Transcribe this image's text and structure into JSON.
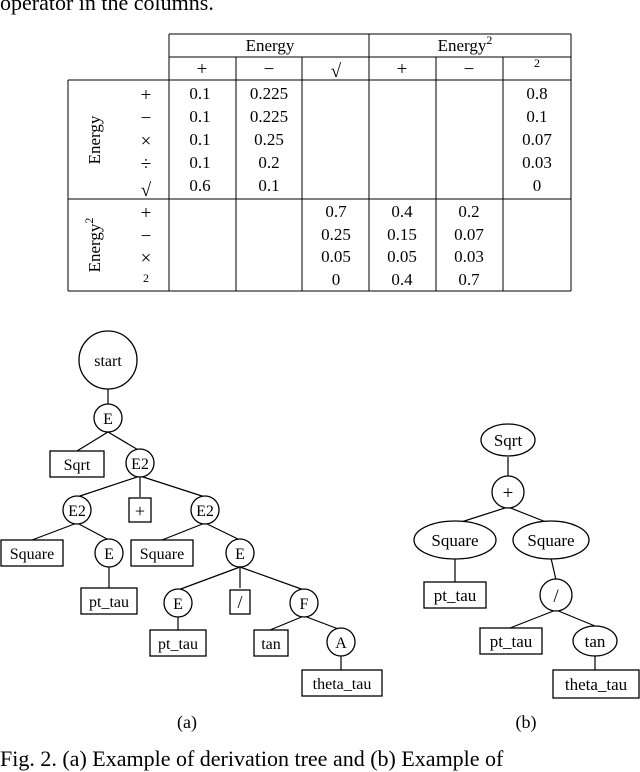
{
  "header_text": "operator in the columns.",
  "table": {
    "col_group_labels": [
      "Energy",
      "Energy"
    ],
    "col_group_superscript": "2",
    "col_headers": [
      "+",
      "−",
      "√",
      "+",
      "−",
      "2"
    ],
    "row_groups": [
      {
        "label": "Energy",
        "superscript": "",
        "row_ops": [
          "+",
          "−",
          "×",
          "÷",
          "√"
        ],
        "rows": [
          [
            "0.1",
            "0.225",
            "",
            "",
            "",
            "0.8"
          ],
          [
            "0.1",
            "0.225",
            "",
            "",
            "",
            "0.1"
          ],
          [
            "0.1",
            "0.25",
            "",
            "",
            "",
            "0.07"
          ],
          [
            "0.1",
            "0.2",
            "",
            "",
            "",
            "0.03"
          ],
          [
            "0.6",
            "0.1",
            "",
            "",
            "",
            "0"
          ]
        ]
      },
      {
        "label": "Energy",
        "superscript": "2",
        "row_ops": [
          "+",
          "−",
          "×",
          "2"
        ],
        "rows": [
          [
            "",
            "",
            "0.7",
            "0.4",
            "0.2",
            ""
          ],
          [
            "",
            "",
            "0.25",
            "0.15",
            "0.07",
            ""
          ],
          [
            "",
            "",
            "0.05",
            "0.05",
            "0.03",
            ""
          ],
          [
            "",
            "",
            "0",
            "0.4",
            "0.7",
            ""
          ]
        ]
      }
    ]
  },
  "tree_a": {
    "caption": "(a)",
    "nodes": {
      "start": "start",
      "E_root": "E",
      "Sqrt": "Sqrt",
      "E2_main": "E2",
      "E2_left": "E2",
      "plus": "+",
      "E2_right": "E2",
      "Square_left": "Square",
      "E_left": "E",
      "Square_right": "Square",
      "E_right": "E",
      "pt_tau_left": "pt_tau",
      "E_deep": "E",
      "slash": "/",
      "F": "F",
      "pt_tau_deep": "pt_tau",
      "tan": "tan",
      "A": "A",
      "theta_tau": "theta_tau"
    }
  },
  "tree_b": {
    "caption": "(b)",
    "nodes": {
      "Sqrt": "Sqrt",
      "plus": "+",
      "Square_left": "Square",
      "Square_right": "Square",
      "pt_tau_top": "pt_tau",
      "slash": "/",
      "pt_tau_bottom": "pt_tau",
      "tan": "tan",
      "theta_tau": "theta_tau"
    }
  },
  "footer_text": "Fig. 2. (a) Example of derivation tree and (b) Example of"
}
